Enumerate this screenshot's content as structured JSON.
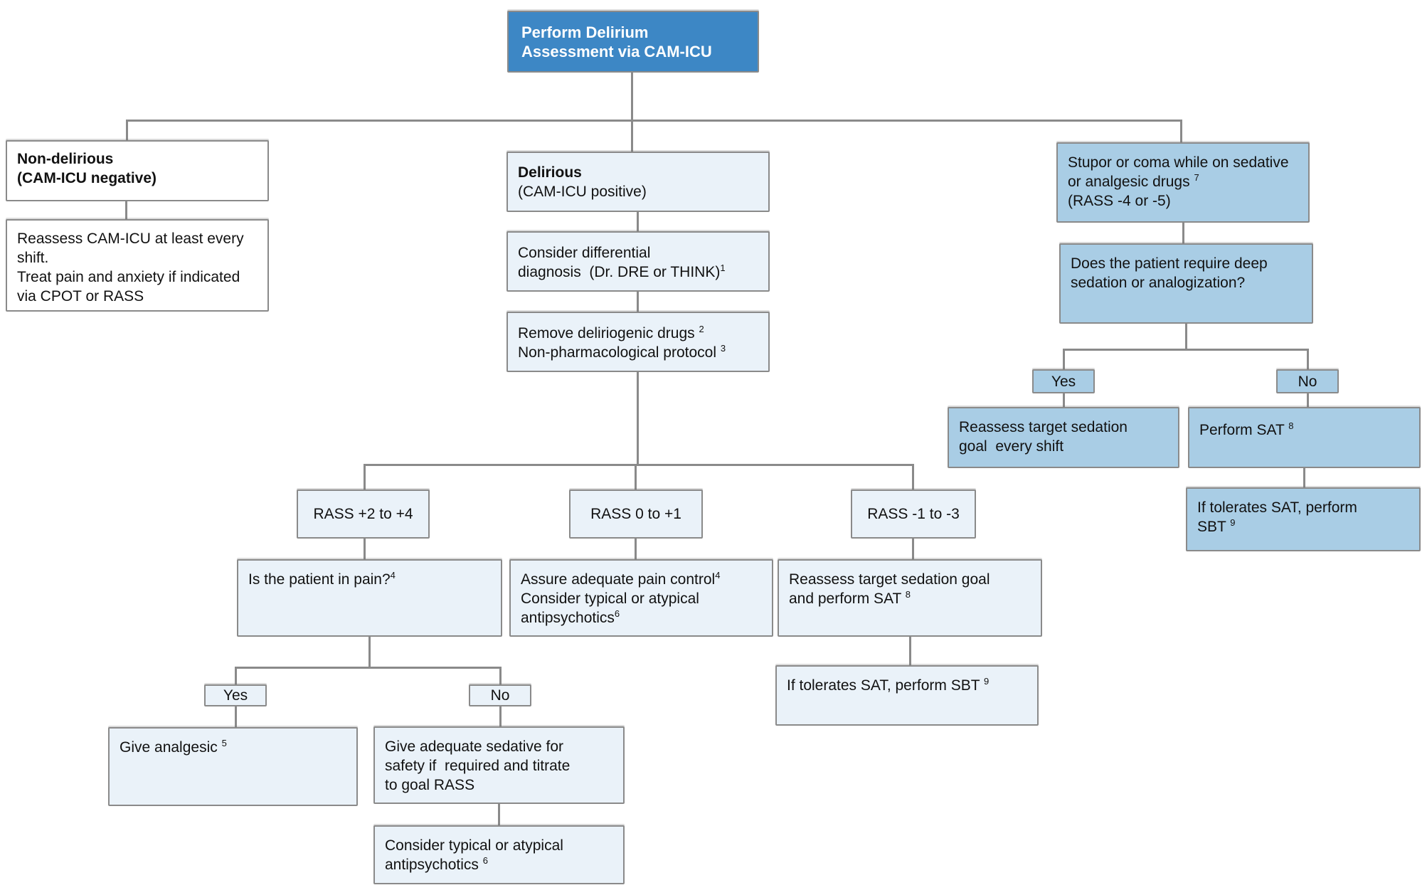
{
  "diagram_title": "Delirium assessment flowchart (CAM-ICU)",
  "colors": {
    "header_box_fill": "#3d87c5",
    "header_box_text": "#ffffff",
    "light_box_fill": "#eaf2f9",
    "medium_box_fill": "#a9cde5",
    "box_border": "#8a8a8a",
    "connector_line": "#8a8a8a",
    "body_text": "#111111"
  },
  "nodes": {
    "perform": {
      "lines": [
        {
          "t": "Perform Delirium",
          "b": true
        },
        {
          "t": "Assessment via CAM-ICU",
          "b": true
        }
      ]
    },
    "nondelirious": {
      "lines": [
        {
          "t": "Non-delirious",
          "b": true
        },
        {
          "t": "(CAM-ICU negative)",
          "b": true
        }
      ]
    },
    "reassess_camicu": {
      "lines": [
        {
          "t": "Reassess CAM-ICU at least every shift."
        },
        {
          "t": "Treat pain and anxiety if indicated via CPOT or RASS"
        }
      ]
    },
    "delirious": {
      "lines": [
        {
          "t": "Delirious",
          "b": true
        },
        {
          "t": "(CAM-ICU positive)"
        }
      ]
    },
    "consider_diff": {
      "lines": [
        {
          "t": "Consider differential"
        },
        {
          "t": "diagnosis  (Dr. DRE or THINK)",
          "s": "1"
        }
      ]
    },
    "remove_drugs": {
      "lines": [
        {
          "t": "Remove deliriogenic drugs ",
          "s": "2"
        },
        {
          "t": "Non-pharmacological protocol ",
          "s": "3"
        }
      ]
    },
    "rass_plus": {
      "label": "RASS +2 to +4"
    },
    "rass_zero": {
      "label": "RASS 0 to +1"
    },
    "rass_minus": {
      "label": "RASS -1 to -3"
    },
    "pain": {
      "lines": [
        {
          "t": "Is the patient in pain?",
          "s": "4"
        }
      ]
    },
    "assure": {
      "lines": [
        {
          "t": "Assure adequate pain control",
          "s": "4"
        },
        {
          "t": "Consider typical or atypical"
        },
        {
          "t": "antipsychotics",
          "s": "6"
        }
      ]
    },
    "reassess_sat": {
      "lines": [
        {
          "t": "Reassess target sedation goal"
        },
        {
          "t": "and perform SAT ",
          "s": "8"
        }
      ]
    },
    "if_tolerates_mid": {
      "lines": [
        {
          "t": "If tolerates SAT, perform SBT ",
          "s": "9"
        }
      ]
    },
    "yes_left": {
      "label": "Yes"
    },
    "no_left": {
      "label": "No"
    },
    "give_analgesic": {
      "lines": [
        {
          "t": "Give analgesic ",
          "s": "5"
        }
      ]
    },
    "give_sedative": {
      "lines": [
        {
          "t": "Give adequate sedative for"
        },
        {
          "t": "safety if  required and titrate"
        },
        {
          "t": "to goal RASS"
        }
      ]
    },
    "consider_antipsych": {
      "lines": [
        {
          "t": "Consider typical or atypical"
        },
        {
          "t": "antipsychotics ",
          "s": "6"
        }
      ]
    },
    "stupor": {
      "lines": [
        {
          "t": "Stupor or coma while on sedative"
        },
        {
          "t": "or analgesic drugs ",
          "s": "7"
        },
        {
          "t": "(RASS -4 or -5)"
        }
      ]
    },
    "does_deep": {
      "lines": [
        {
          "t": "Does the patient require deep"
        },
        {
          "t": "sedation or analogization?"
        }
      ]
    },
    "yes_right": {
      "label": "Yes"
    },
    "no_right": {
      "label": "No"
    },
    "reassess_goal": {
      "lines": [
        {
          "t": "Reassess target sedation"
        },
        {
          "t": "goal  every shift"
        }
      ]
    },
    "perform_sat": {
      "lines": [
        {
          "t": "Perform SAT ",
          "s": "8"
        }
      ]
    },
    "if_tolerates_right": {
      "lines": [
        {
          "t": "If tolerates SAT, perform"
        },
        {
          "t": "SBT ",
          "s": "9"
        }
      ]
    }
  }
}
